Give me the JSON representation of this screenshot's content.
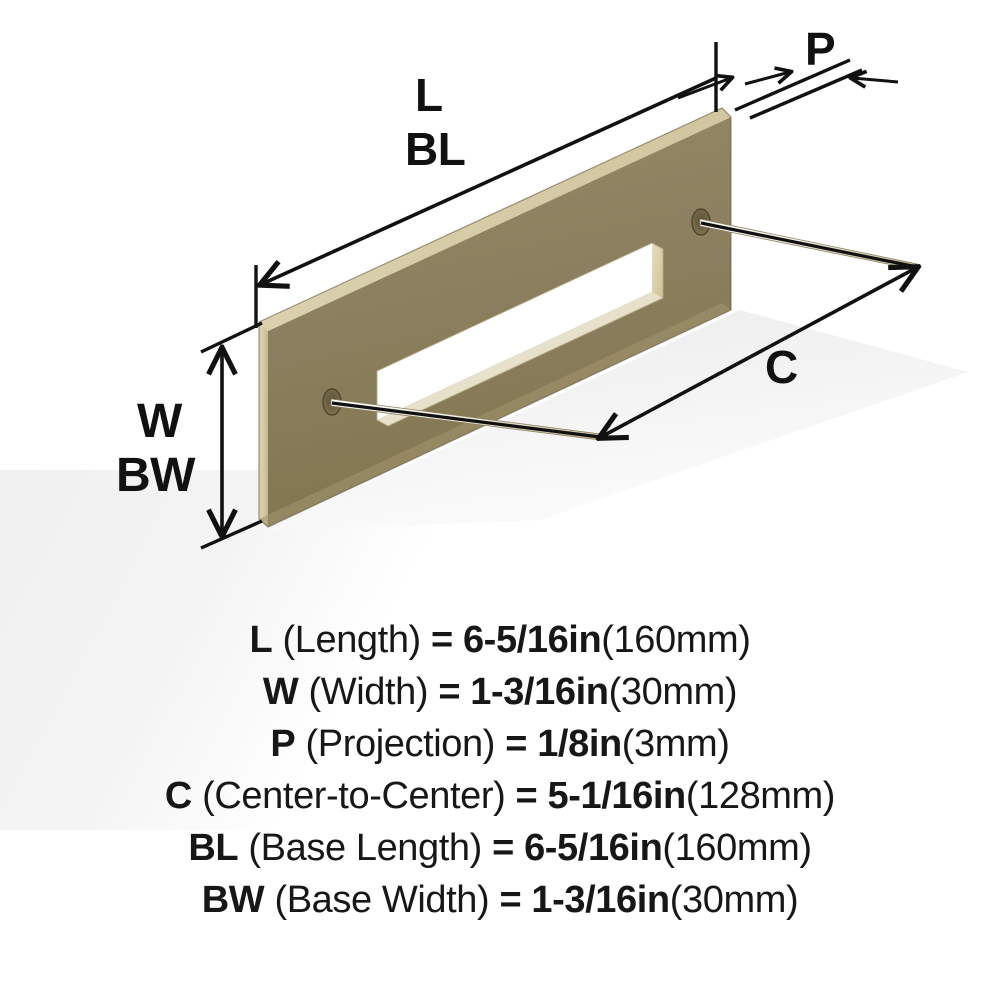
{
  "product": {
    "type": "cabinet-pull-dimension-diagram",
    "finish_color": "#8d7f5f",
    "finish_edge_color": "#d6cbab",
    "finish_dark_color": "#6f6348",
    "line_color": "#111111",
    "background_color": "#ffffff"
  },
  "diagram": {
    "labels": {
      "length": "L",
      "base_length": "BL",
      "projection": "P",
      "width": "W",
      "base_width": "BW",
      "center_to_center": "C"
    },
    "callouts": [
      {
        "id": "length-arrow",
        "label": "L",
        "kind": "single-headed-arrow",
        "orientation": "diagonal-left"
      },
      {
        "id": "base-length-arrow",
        "label": "BL",
        "kind": "single-headed-arrow",
        "orientation": "diagonal-left"
      },
      {
        "id": "projection-arrow",
        "label": "P",
        "kind": "opposed-arrows",
        "orientation": "diagonal"
      },
      {
        "id": "width-arrow",
        "label": "W",
        "kind": "double-headed-arrow",
        "orientation": "vertical"
      },
      {
        "id": "base-width-arrow",
        "label": "BW",
        "kind": "double-headed-arrow",
        "orientation": "vertical"
      },
      {
        "id": "center-to-center-arrow",
        "label": "C",
        "kind": "double-headed-arrow",
        "orientation": "diagonal"
      }
    ]
  },
  "specs": [
    {
      "abbr": "L",
      "name": "(Length)",
      "eq": "=",
      "imperial": "6-5/16in",
      "metric": "(160mm)"
    },
    {
      "abbr": "W",
      "name": "(Width)",
      "eq": "=",
      "imperial": "1-3/16in",
      "metric": "(30mm)"
    },
    {
      "abbr": "P",
      "name": "(Projection)",
      "eq": "=",
      "imperial": "1/8in",
      "metric": "(3mm)"
    },
    {
      "abbr": "C",
      "name": "(Center-to-Center)",
      "eq": "=",
      "imperial": "5-1/16in",
      "metric": "(128mm)"
    },
    {
      "abbr": "BL",
      "name": "(Base Length)",
      "eq": "=",
      "imperial": "6-5/16in",
      "metric": "(160mm)"
    },
    {
      "abbr": "BW",
      "name": "(Base Width)",
      "eq": "=",
      "imperial": "1-3/16in",
      "metric": "(30mm)"
    }
  ]
}
